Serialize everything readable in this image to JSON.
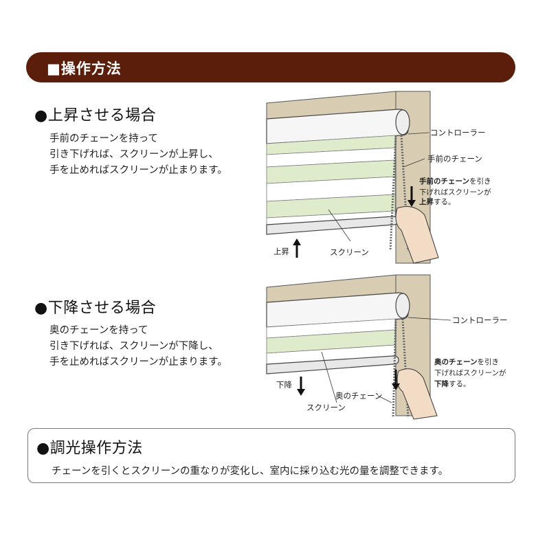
{
  "header": {
    "title": "■操作方法"
  },
  "raise": {
    "title": "●上昇させる場合",
    "lines": [
      "手前のチェーンを持って",
      "引き下げれば、スクリーンが上昇し、",
      "手を止めればスクリーンが止まります。"
    ],
    "diagram": {
      "controller_label": "コントローラー",
      "chain_label": "手前のチェーン",
      "note_bold": "手前のチェーン",
      "note_line1_rest": "を引き",
      "note_line2": "下げればスクリーンが",
      "note_line3_bold": "上昇",
      "note_line3_rest": "する。",
      "direction_label": "上昇",
      "screen_label": "スクリーン"
    }
  },
  "lower": {
    "title": "●下降させる場合",
    "lines": [
      "奥のチェーンを持って",
      "引き下げれば、スクリーンが下降し、",
      "手を止めればスクリーンが止まります。"
    ],
    "diagram": {
      "controller_label": "コントローラー",
      "note_bold": "奥のチェーン",
      "note_line1_rest": "を引き",
      "note_line2": "下げればスクリーンが",
      "note_line3_bold": "下降",
      "note_line3_rest": "する。",
      "direction_label": "下降",
      "chain_label": "奥のチェーン",
      "screen_label": "スクリーン"
    }
  },
  "adjust": {
    "title": "●調光操作方法",
    "body": "チェーンを引くとスクリーンの重なりが変化し、室内に採り込む光の量を調整できます。"
  },
  "colors": {
    "header_bg": "#5a1e0a",
    "wall": "#d8cdb3",
    "screen_stripe": "#dfeccb",
    "screen_sheer": "#ffffff",
    "skin": "#f3dcc6"
  },
  "icons": [
    "arrow-up-icon",
    "arrow-down-icon",
    "hand-icon",
    "bead-chain-icon"
  ]
}
